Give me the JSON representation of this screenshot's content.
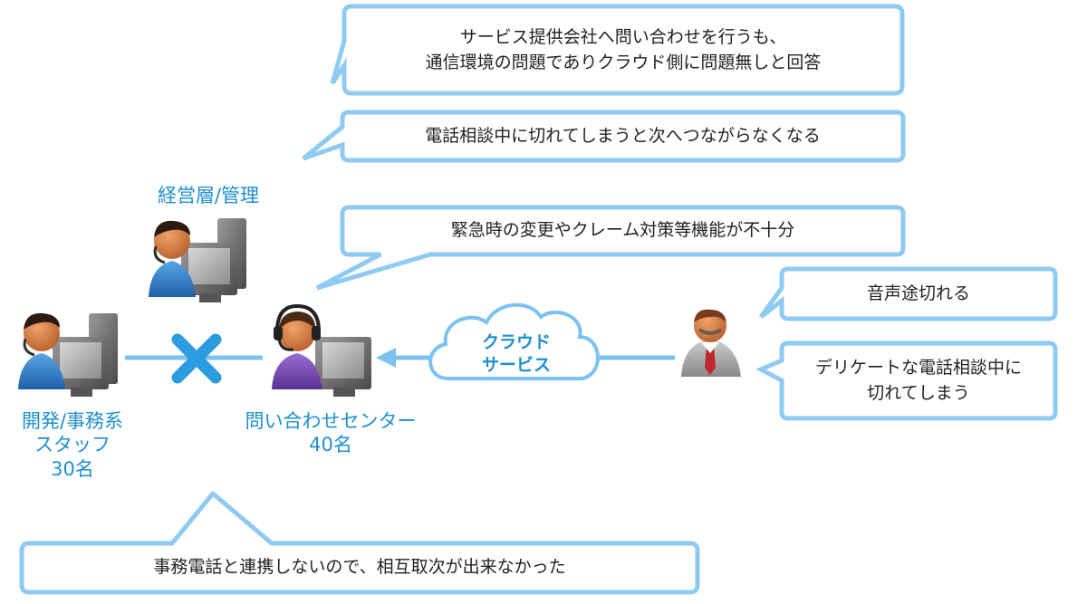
{
  "callouts": {
    "vendor_response": {
      "line1": "サービス提供会社へ問い合わせを行うも、",
      "line2": "通信環境の問題でありクラウド側に問題無しと回答"
    },
    "call_drop": "電話相談中に切れてしまうと次へつながらなくなる",
    "emergency": "緊急時の変更やクレーム対策等機能が不十分",
    "voice_cut": "音声途切れる",
    "delicate_cut": {
      "line1": "デリケートな電話相談中に",
      "line2": "切れてしまう"
    },
    "office_phone": "事務電話と連携しないので、相互取次が出来なかった"
  },
  "nodes": {
    "management": {
      "label": "経営層/管理"
    },
    "dev_staff": {
      "line1": "開発/事務系",
      "line2": "スタッフ",
      "line3": "30名"
    },
    "call_center": {
      "line1": "問い合わせセンター",
      "line2": "40名"
    },
    "cloud": {
      "line1": "クラウド",
      "line2": "サービス"
    }
  },
  "colors": {
    "accent": "#1f8fd0",
    "bubble_border": "#8fcaf2",
    "line": "#7cc2f0",
    "x_mark": "#2b9ce0"
  },
  "icons": [
    "user-at-computer-icon",
    "headset-operator-icon",
    "customer-icon",
    "cloud-icon",
    "x-mark-icon"
  ]
}
